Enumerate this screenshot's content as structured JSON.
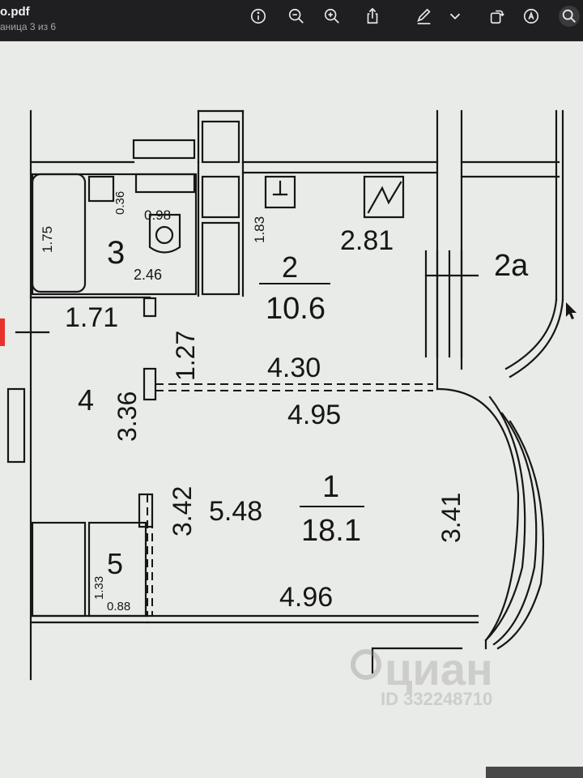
{
  "app": {
    "file_name": "o.pdf",
    "page_indicator": "аница 3 из 6"
  },
  "toolbar": {
    "buttons": [
      {
        "name": "info-button",
        "icon": "info-icon"
      },
      {
        "name": "zoom-out-button",
        "icon": "zoom-out-icon"
      },
      {
        "name": "zoom-in-button",
        "icon": "zoom-in-icon"
      },
      {
        "name": "share-button",
        "icon": "share-icon"
      },
      {
        "name": "highlight-button",
        "icon": "pencil-icon"
      },
      {
        "name": "rotate-button",
        "icon": "rotate-icon"
      },
      {
        "name": "markup-button",
        "icon": "markup-icon"
      },
      {
        "name": "search-button",
        "icon": "search-icon"
      }
    ]
  },
  "floor_plan": {
    "rooms": {
      "room_1": {
        "number": "1",
        "area": "18.1"
      },
      "room_2": {
        "number": "2",
        "area": "10.6"
      },
      "room_2a": {
        "number": "2a"
      },
      "room_3": {
        "number": "3"
      },
      "room_4": {
        "number": "4"
      },
      "room_5": {
        "number": "5"
      }
    },
    "dimensions": {
      "d_0_36": "0.36",
      "d_0_98": "0.98",
      "d_1_75": "1.75",
      "d_2_46": "2.46",
      "d_1_83": "1.83",
      "d_2_81": "2.81",
      "d_1_71": "1.71",
      "d_1_27": "1.27",
      "d_4_30": "4.30",
      "d_3_36": "3.36",
      "d_4_95": "4.95",
      "d_5_48": "5.48",
      "d_3_42": "3.42",
      "d_3_41": "3.41",
      "d_1_33": "1.33",
      "d_0_88": "0.88",
      "d_4_96": "4.96"
    },
    "watermark": {
      "brand": "циан",
      "id": "ID 332248710"
    }
  },
  "colors": {
    "toolbar_bg": "#1f1f22",
    "paper": "#e9ebe8",
    "ink": "#161616",
    "accent": "#e8322c"
  }
}
